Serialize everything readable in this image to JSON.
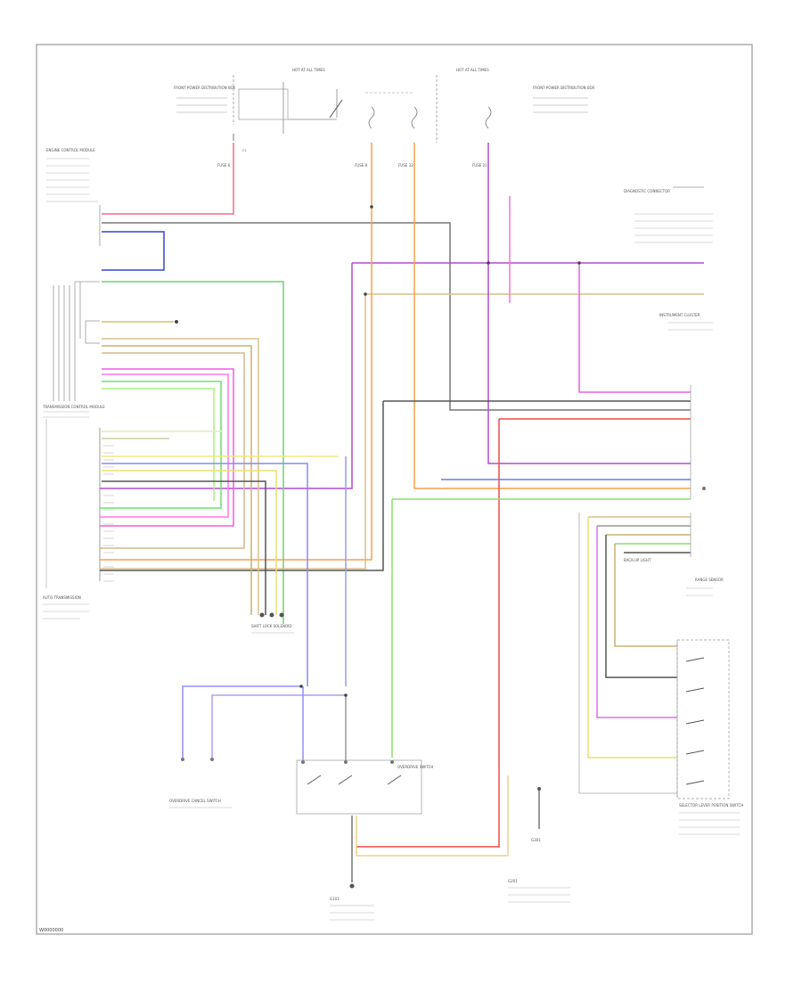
{
  "diagram": {
    "footer_code": "W0000000",
    "header_left": "HOT AT ALL TIMES",
    "header_right": "HOT AT ALL TIMES",
    "fuse_left": "FUSE 6",
    "fuse_mid_a": "FUSE 8",
    "fuse_mid_b": "FUSE 33",
    "fuse_right": "FUSE 21",
    "relay_box_label": "FRONT POWER DISTRIBUTION BOX",
    "relay_box_right": "FRONT POWER DISTRIBUTION BOX",
    "left_module": "ENGINE CONTROL MODULE",
    "tcm_label": "TRANSMISSION CONTROL MODULE",
    "tcm_sub": "AUTO TRANSMISSION",
    "shift_lock": "SHIFT LOCK SOLENOID",
    "overdrive": "OVERDRIVE SWITCH",
    "overdrive_box": "OVERDRIVE CANCEL SWITCH",
    "backup_light": "BACK-UP LIGHT",
    "range_sensor": "RANGE SENSOR",
    "selector_switch": "SELECTOR LEVER POSITION SWITCH",
    "ground_a": "G101",
    "ground_b": "G201",
    "ground_c": "G301",
    "right_top": "DIAGNOSTIC CONNECTOR",
    "right_mid": "INSTRUMENT CLUSTER"
  }
}
